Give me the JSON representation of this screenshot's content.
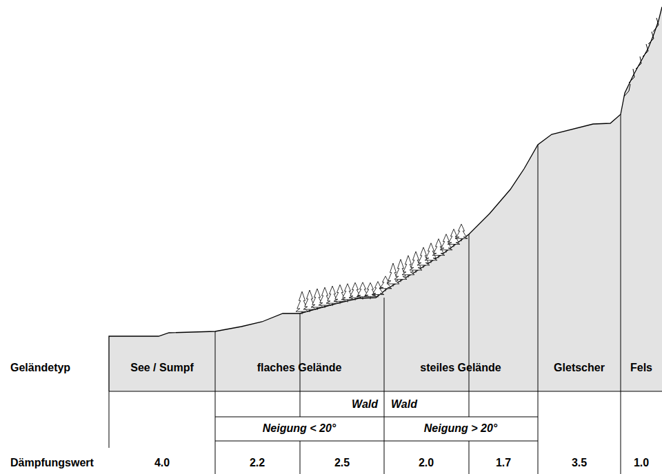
{
  "diagram": {
    "labels": [
      "Geländetyp",
      "See / Sumpf",
      "flaches Gelände",
      "steiles Gelände",
      "Gletscher",
      "Fels",
      "Wald",
      "Wald",
      "Neigung < 20°",
      "Neigung > 20°",
      "Dämpfungswert",
      "4.0",
      "2.2",
      "2.5",
      "2.0",
      "1.7",
      "3.5",
      "1.0"
    ]
  }
}
